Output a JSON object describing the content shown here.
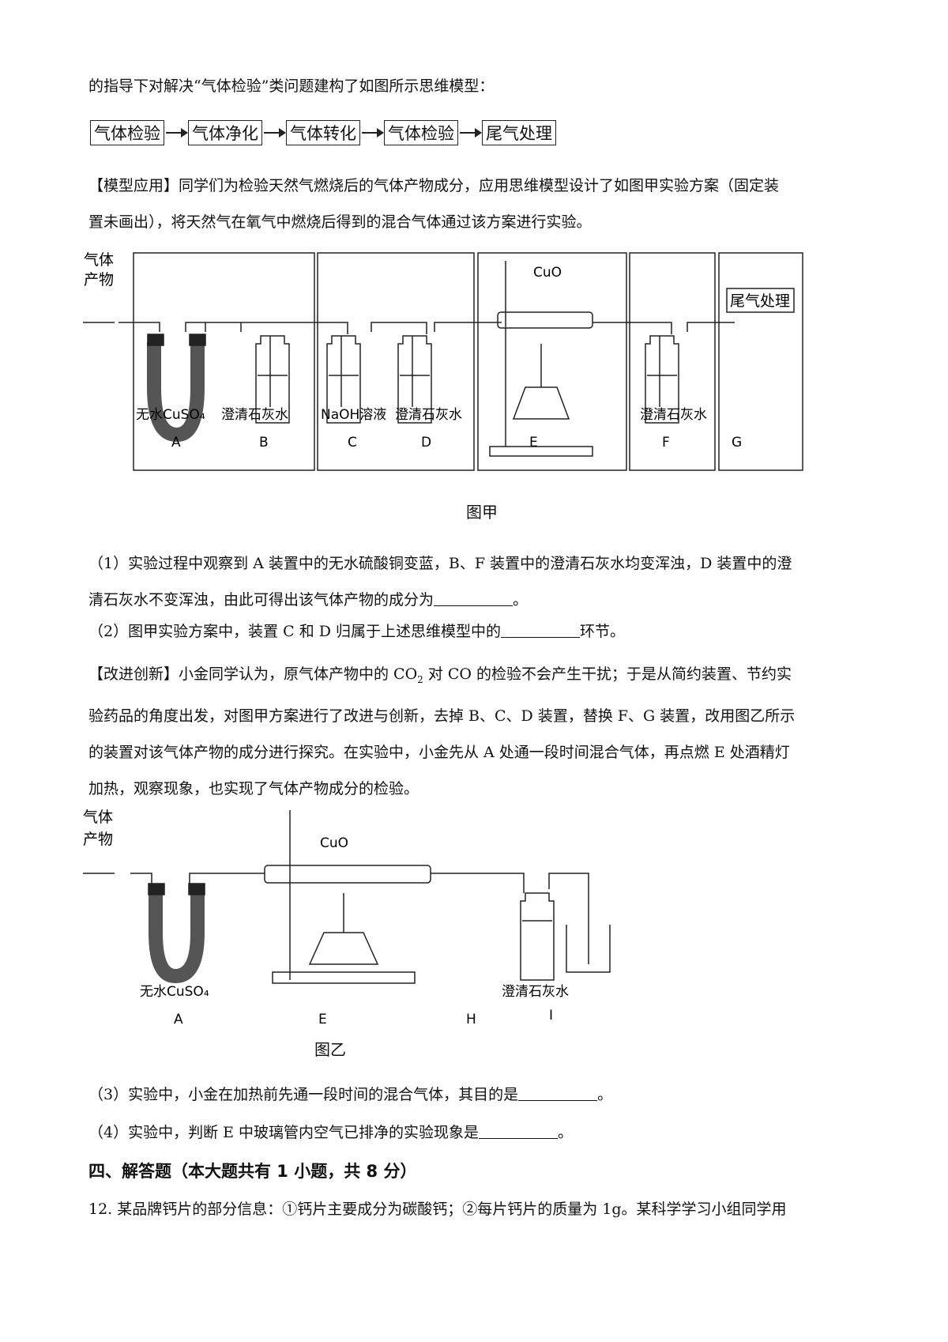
{
  "intro_line": "的指导下对解决“气体检验”类问题建构了如图所示思维模型：",
  "flow_steps": [
    "气体检验",
    "气体净化",
    "气体转化",
    "气体检验",
    "尾气处理"
  ],
  "model_app": {
    "line1": "【模型应用】同学们为检验天然气燃烧后的气体产物成分，应用思维模型设计了如图甲实验方案（固定装",
    "line2": "置未画出），将天然气在氧气中燃烧后得到的混合气体通过该方案进行实验。"
  },
  "fig_jia": {
    "gas_label_1": "气体",
    "gas_label_2": "产物",
    "cuo": "CuO",
    "tail_box": "尾气处理",
    "labels": [
      "无水CuSO₄",
      "澄清石灰水",
      "NaOH溶液",
      "澄清石灰水",
      "澄清石灰水"
    ],
    "letters": [
      "A",
      "B",
      "C",
      "D",
      "E",
      "F",
      "G"
    ],
    "caption": "图甲"
  },
  "q1": {
    "line1": "（1）实验过程中观察到 A 装置中的无水硫酸铜变蓝，B、F 装置中的澄清石灰水均变浑浊，D 装置中的澄",
    "line2a": "清石灰水不变浑浊，由此可得出该气体产物的成分为",
    "line2b": "。"
  },
  "q2": {
    "a": "（2）图甲实验方案中，装置 C 和 D 归属于上述思维模型中的",
    "b": "环节。"
  },
  "improve": {
    "line1a": "【改进创新】小金同学认为，原气体产物中的 CO",
    "line1sub": "2",
    "line1b": " 对 CO 的检验不会产生干扰；于是从简约装置、节约实",
    "line2": "验药品的角度出发，对图甲方案进行了改进与创新，去掉 B、C、D 装置，替换 F、G 装置，改用图乙所示",
    "line3": "的装置对该气体产物的成分进行探究。在实验中，小金先从 A 处通一段时间混合气体，再点燃 E 处酒精灯",
    "line4": "加热，观察现象，也实现了气体产物成分的检验。"
  },
  "fig_yi": {
    "gas_label_1": "气体",
    "gas_label_2": "产物",
    "cuo": "CuO",
    "label_a": "无水CuSO₄",
    "label_h": "澄清石灰水",
    "letters": [
      "A",
      "E",
      "H",
      "I"
    ],
    "caption": "图乙"
  },
  "q3": {
    "a": "（3）实验中，小金在加热前先通一段时间的混合气体，其目的是",
    "b": "。"
  },
  "q4": {
    "a": "（4）实验中，判断 E 中玻璃管内空气已排净的实验现象是",
    "b": "。"
  },
  "section4": "四、解答题（本大题共有 1 小题，共 8 分）",
  "q12": "12. 某品牌钙片的部分信息：①钙片主要成分为碳酸钙；②每片钙片的质量为 1g。某科学学习小组同学用"
}
